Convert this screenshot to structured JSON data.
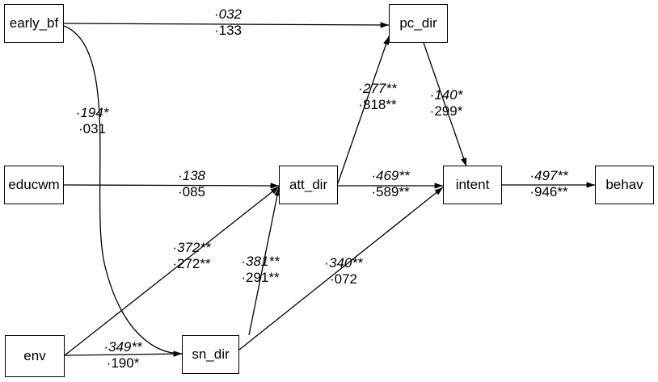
{
  "nodes": {
    "early_bf": "early_bf",
    "pc_dir": "pc_dir",
    "educwm": "educwm",
    "att_dir": "att_dir",
    "intent": "intent",
    "behav": "behav",
    "env": "env",
    "sn_dir": "sn_dir"
  },
  "paths": {
    "early_bf_pc_dir": {
      "std": "·032",
      "unstd": "·133"
    },
    "early_bf_sn_dir": {
      "std": "·194*",
      "unstd": "·031"
    },
    "att_dir_pc_dir": {
      "std": "·277**",
      "unstd": "·818**"
    },
    "pc_dir_intent": {
      "std": "·140*",
      "unstd": "·299*"
    },
    "educwm_att_dir": {
      "std": "·138",
      "unstd": "·085"
    },
    "att_dir_intent": {
      "std": "·469**",
      "unstd": "·589**"
    },
    "intent_behav": {
      "std": "·497**",
      "unstd": "·946**"
    },
    "env_att_dir": {
      "std": "·372**",
      "unstd": "·272**"
    },
    "sn_dir_att_dir": {
      "std": "·381**",
      "unstd": "·291**"
    },
    "sn_dir_intent": {
      "std": "·340**",
      "unstd": "·072"
    },
    "env_sn_dir": {
      "std": "·349**",
      "unstd": "·190*"
    }
  }
}
